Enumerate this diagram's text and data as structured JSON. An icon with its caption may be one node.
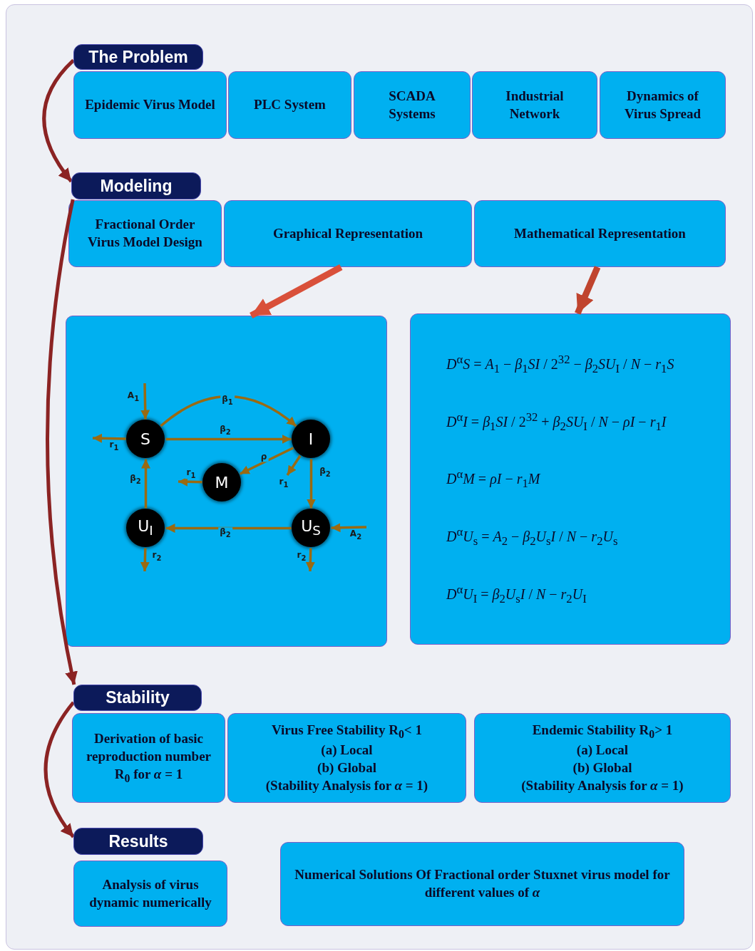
{
  "diagram": {
    "nodes": [
      {
        "text": [
          "The Problem"
        ]
      },
      {
        "text": [
          "Epidemic Virus Model"
        ]
      },
      {
        "text": [
          "PLC System"
        ]
      },
      {
        "text": [
          "SCADA Systems"
        ]
      },
      {
        "text": [
          "Industrial Network"
        ]
      },
      {
        "text": [
          "Dynamics of Virus Spread"
        ]
      },
      {
        "text": [
          "Modeling"
        ]
      },
      {
        "text": [
          "Fractional Order Virus Model Design"
        ]
      },
      {
        "text": [
          "Graphical Representation"
        ]
      },
      {
        "text": [
          "Mathematical Representation"
        ]
      },
      {
        "text": [],
        "shape": "box"
      },
      {
        "text": [
          "S"
        ],
        "in": 10
      },
      {
        "text": [
          "I"
        ],
        "in": 10
      },
      {
        "text": [
          "M"
        ],
        "in": 10
      },
      {
        "text": [
          "U$_{I}$"
        ],
        "in": 10
      },
      {
        "text": [
          "U$_{S}$"
        ],
        "in": 10
      },
      {
        "text": [
          "*D*$^{α}$*S* = *A*$_{1}$ − *β*$_{1}$*SI* / 2$^{32}$ − *β*$_{2}$*SU*$_{I}$ / *N* − *r*$_{1}$*S*",
          "*D*$^{α}$*I* = *β*$_{1}$*SI* / 2$^{32}$ + *β*$_{2}$*SU*$_{I}$ / *N* − *ρI* − *r*$_{1}$*I*",
          "*D*$^{α}$*M* = *ρI* − *r*$_{1}$*M*",
          "*D*$^{α}$*U*$_{s}$ = *A*$_{2}$ − *β*$_{2}$*U*$_{s}$*I* / *N* − *r*$_{2}$*U*$_{s}$",
          "*D*$^{α}$*U*$_{I}$ = *β*$_{2}$*U*$_{s}$*I* / *N* − *r*$_{2}$*U*$_{I}$"
        ]
      },
      {
        "text": [
          "Stability"
        ]
      },
      {
        "text": [
          "Derivation of basic reproduction number R$_{0}$ for *α* = 1"
        ]
      },
      {
        "text": [
          "Virus Free Stability R$_{0}$< 1",
          "(a) Local",
          "(b) Global",
          "(Stability Analysis for *α* = 1)"
        ]
      },
      {
        "text": [
          "Endemic Stability R$_{0}$> 1",
          "(a) Local",
          "(b) Global",
          "(Stability Analysis for *α* = 1)"
        ]
      },
      {
        "text": [
          "Results"
        ]
      },
      {
        "text": [
          "Analysis of virus dynamic numerically"
        ]
      },
      {
        "text": [
          "Numerical Solutions Of Fractional order Stuxnet virus model for different values of *α*"
        ]
      }
    ],
    "edges": [
      {
        "from": 0,
        "to": 6,
        "arrow": "to",
        "color": "#8b2323"
      },
      {
        "from": 6,
        "to": 17,
        "arrow": "to",
        "color": "#8b2323"
      },
      {
        "from": 17,
        "to": 21,
        "arrow": "to",
        "color": "#8b2323"
      },
      {
        "from": 8,
        "to": 10,
        "arrow": "to",
        "style": "thick",
        "color": "#d9503a"
      },
      {
        "from": 9,
        "to": 16,
        "arrow": "to",
        "style": "thick",
        "color": "#c0442e"
      },
      {
        "from": null,
        "to": 11,
        "arrow": "to",
        "label": "A$_{1}$"
      },
      {
        "from": 11,
        "to": null,
        "arrow": "to",
        "label": "r$_{1}$"
      },
      {
        "from": 11,
        "to": 12,
        "arrow": "to",
        "label": "β$_{1}$"
      },
      {
        "from": 11,
        "to": 12,
        "arrow": "to",
        "label": "β$_{2}$"
      },
      {
        "from": 12,
        "to": 13,
        "arrow": "to",
        "label": "ρ"
      },
      {
        "from": 13,
        "to": null,
        "arrow": "to",
        "label": "r$_{1}$"
      },
      {
        "from": 12,
        "to": null,
        "arrow": "to",
        "label": "r$_{1}$"
      },
      {
        "from": 12,
        "to": 15,
        "arrow": "to",
        "label": "β$_{2}$"
      },
      {
        "from": null,
        "to": 15,
        "arrow": "to",
        "label": "A$_{2}$"
      },
      {
        "from": 15,
        "to": 14,
        "arrow": "to",
        "label": "β$_{2}$"
      },
      {
        "from": 14,
        "to": 11,
        "arrow": "to",
        "label": "β$_{2}$"
      },
      {
        "from": 14,
        "to": null,
        "arrow": "to",
        "label": "r$_{2}$"
      },
      {
        "from": 15,
        "to": null,
        "arrow": "to",
        "label": "r$_{2}$"
      }
    ]
  }
}
